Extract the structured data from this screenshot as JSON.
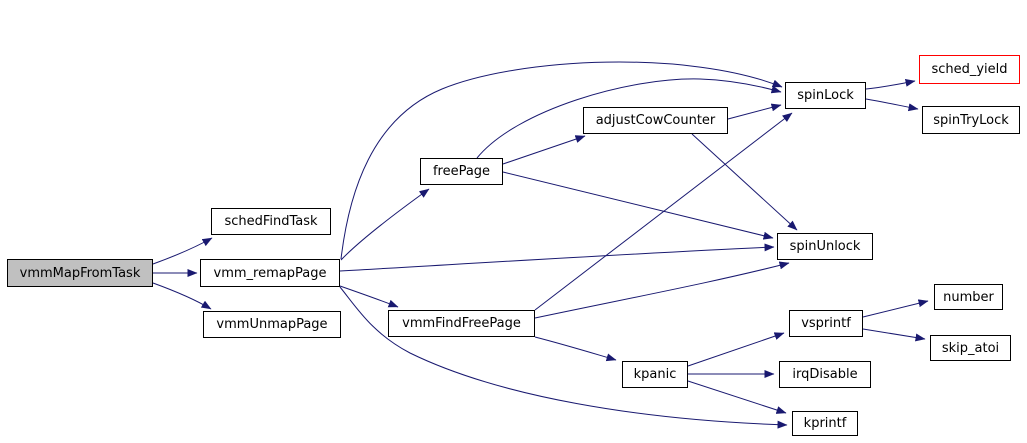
{
  "diagram": {
    "type": "call-graph",
    "root": "vmmMapFromTask",
    "colors": {
      "background": "#ffffff",
      "edge": "#191970",
      "node_fill": "#ffffff",
      "node_border": "#000000",
      "root_node_fill": "#c0c0c0",
      "truncated_node_border": "#ff0000",
      "text": "#000000"
    },
    "nodes": {
      "vmmMapFromTask": {
        "label": "vmmMapFromTask",
        "style": "root"
      },
      "schedFindTask": {
        "label": "schedFindTask",
        "style": "default"
      },
      "vmm_remapPage": {
        "label": "vmm_remapPage",
        "style": "default"
      },
      "vmmUnmapPage": {
        "label": "vmmUnmapPage",
        "style": "default"
      },
      "freePage": {
        "label": "freePage",
        "style": "default"
      },
      "adjustCowCounter": {
        "label": "adjustCowCounter",
        "style": "default"
      },
      "vmmFindFreePage": {
        "label": "vmmFindFreePage",
        "style": "default"
      },
      "spinLock": {
        "label": "spinLock",
        "style": "default"
      },
      "sched_yield": {
        "label": "sched_yield",
        "style": "truncated"
      },
      "spinTryLock": {
        "label": "spinTryLock",
        "style": "default"
      },
      "spinUnlock": {
        "label": "spinUnlock",
        "style": "default"
      },
      "vsprintf": {
        "label": "vsprintf",
        "style": "default"
      },
      "number": {
        "label": "number",
        "style": "default"
      },
      "skip_atoi": {
        "label": "skip_atoi",
        "style": "default"
      },
      "kpanic": {
        "label": "kpanic",
        "style": "default"
      },
      "irqDisable": {
        "label": "irqDisable",
        "style": "default"
      },
      "kprintf": {
        "label": "kprintf",
        "style": "default"
      }
    },
    "edges": [
      {
        "from": "vmmMapFromTask",
        "to": "schedFindTask"
      },
      {
        "from": "vmmMapFromTask",
        "to": "vmm_remapPage"
      },
      {
        "from": "vmmMapFromTask",
        "to": "vmmUnmapPage"
      },
      {
        "from": "vmm_remapPage",
        "to": "freePage"
      },
      {
        "from": "vmm_remapPage",
        "to": "spinLock"
      },
      {
        "from": "vmm_remapPage",
        "to": "spinUnlock"
      },
      {
        "from": "vmm_remapPage",
        "to": "vmmFindFreePage"
      },
      {
        "from": "vmm_remapPage",
        "to": "kprintf"
      },
      {
        "from": "freePage",
        "to": "adjustCowCounter"
      },
      {
        "from": "freePage",
        "to": "spinLock"
      },
      {
        "from": "freePage",
        "to": "spinUnlock"
      },
      {
        "from": "adjustCowCounter",
        "to": "spinLock"
      },
      {
        "from": "adjustCowCounter",
        "to": "spinUnlock"
      },
      {
        "from": "vmmFindFreePage",
        "to": "spinLock"
      },
      {
        "from": "vmmFindFreePage",
        "to": "spinUnlock"
      },
      {
        "from": "vmmFindFreePage",
        "to": "kpanic"
      },
      {
        "from": "spinLock",
        "to": "sched_yield"
      },
      {
        "from": "spinLock",
        "to": "spinTryLock"
      },
      {
        "from": "kpanic",
        "to": "vsprintf"
      },
      {
        "from": "kpanic",
        "to": "irqDisable"
      },
      {
        "from": "kpanic",
        "to": "kprintf"
      },
      {
        "from": "vsprintf",
        "to": "number"
      },
      {
        "from": "vsprintf",
        "to": "skip_atoi"
      }
    ]
  }
}
